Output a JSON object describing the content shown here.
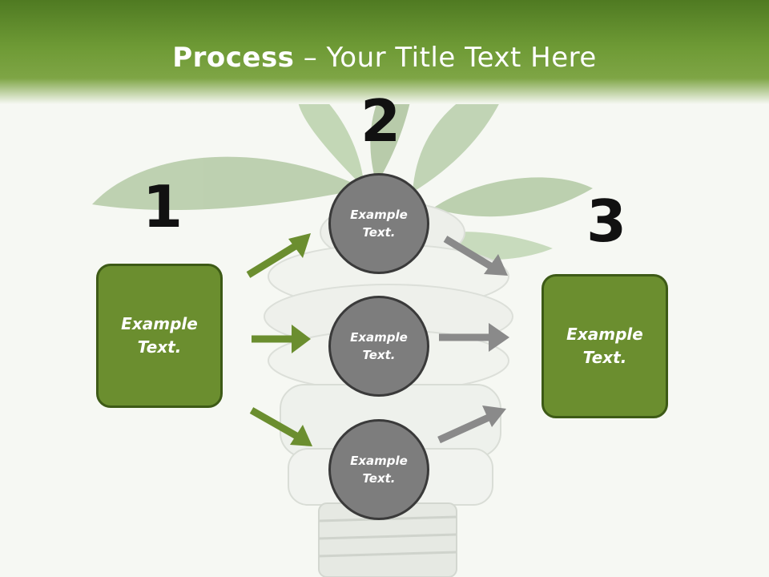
{
  "slide": {
    "title_bold": "Process",
    "title_rest": " – Your Title Text Here",
    "steps": [
      {
        "number": "1",
        "text": "Example Text."
      },
      {
        "number": "2",
        "text": "Example Text."
      },
      {
        "number": "3",
        "text": "Example Text."
      }
    ],
    "circles": [
      {
        "text": "Example Text."
      },
      {
        "text": "Example Text."
      },
      {
        "text": "Example Text."
      }
    ]
  },
  "colors": {
    "header_green": "#5a8628",
    "box_green": "#6b8e2f",
    "box_border": "#3d5a16",
    "circle_gray": "#7d7d7d",
    "arrow_green": "#6b8e2f",
    "arrow_gray": "#8a8a8a"
  },
  "icons": {
    "background": "leaf-lightbulb-illustration",
    "arrows": "arrow-icon"
  }
}
